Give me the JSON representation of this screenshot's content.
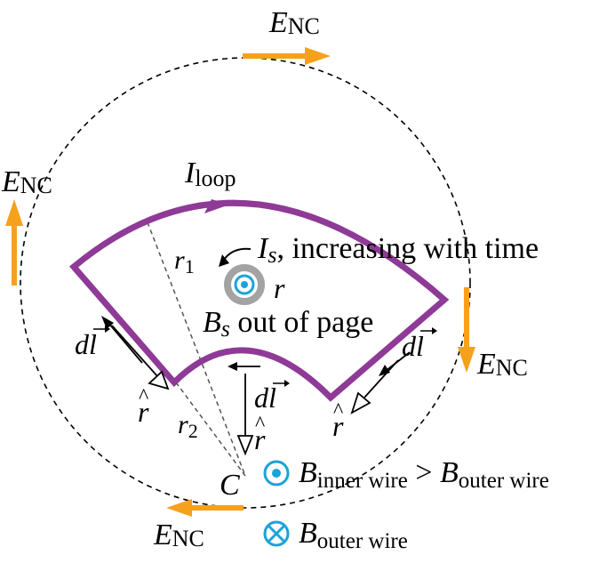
{
  "labels": {
    "e_nc": "E",
    "e_nc_sub": "NC",
    "i_loop": "I",
    "i_loop_sub": "loop",
    "i_s": "I",
    "i_s_sub": "s",
    "i_s_text": ", increasing with time",
    "r_small": "r",
    "r1": "r",
    "r1_sub": "1",
    "r2": "r",
    "r2_sub": "2",
    "b_s": "B",
    "b_s_sub": "s",
    "b_s_text": " out of page",
    "dl": "dl",
    "r_hat": "r",
    "center": "C",
    "b_inner": "B",
    "b_inner_sub": "inner wire",
    "gt": " > ",
    "b_outer": "B",
    "b_outer_sub": "outer wire"
  },
  "colors": {
    "loop": "#8e3a96",
    "arrow_orange": "#f5a11c",
    "wire_blue": "#1aa3d9",
    "wire_gray": "#a3a3a3"
  }
}
